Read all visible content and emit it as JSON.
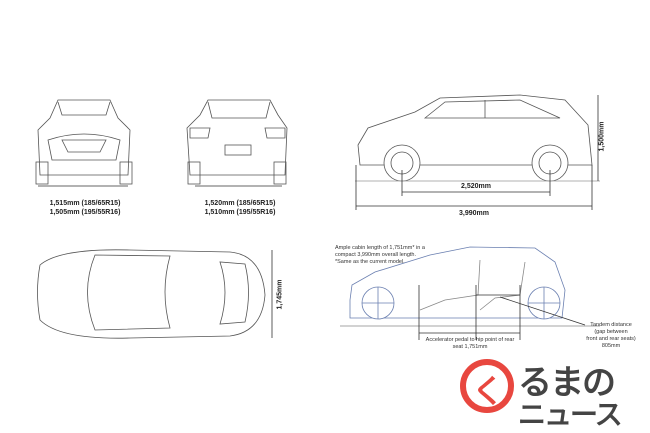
{
  "front_view": {
    "track_line1": "1,515mm (185/65R15)",
    "track_line2": "1,505mm (195/55R16)"
  },
  "rear_view": {
    "track_line1": "1,520mm (185/65R15)",
    "track_line2": "1,510mm (195/55R16)"
  },
  "side_view": {
    "height": "1,500mm",
    "wheelbase": "2,520mm",
    "length": "3,990mm"
  },
  "top_view": {
    "width": "1,745mm"
  },
  "cabin_view": {
    "note_line1": "Ample cabin length of 1,751mm* in a",
    "note_line2": "compact 3,990mm overall length.",
    "note_line3": "*Same as the current model.",
    "pedal_line1": "Accelerator pedal to hip point of rear",
    "pedal_line2": "seat 1,751mm",
    "tandem_line1": "Tandem distance",
    "tandem_line2": "(gap between",
    "tandem_line3": "front and rear seats)",
    "tandem_line4": "805mm"
  },
  "logo": {
    "line1": "るまの",
    "line2": "ニュース",
    "mark": "く",
    "color": "#e8473f"
  }
}
